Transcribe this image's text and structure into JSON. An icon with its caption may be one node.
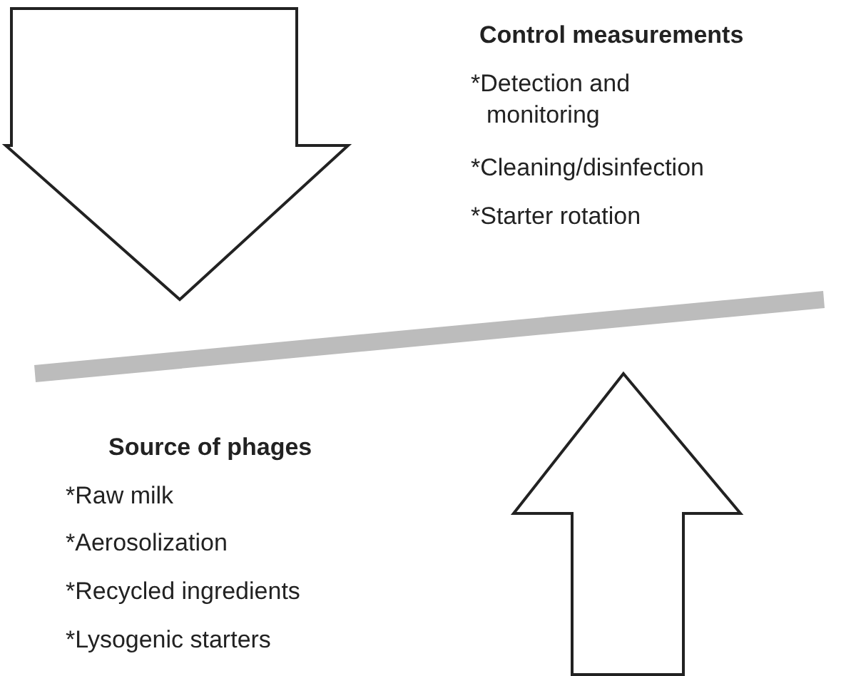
{
  "diagram": {
    "labels": [
      "Control measurements",
      "*Detection and monitoring",
      "*Cleaning/disinfection",
      "*Starter rotation",
      "Source of phages",
      "*Raw milk",
      "*Aerosolization",
      "*Recycled ingredients",
      "*Lysogenic starters"
    ]
  }
}
